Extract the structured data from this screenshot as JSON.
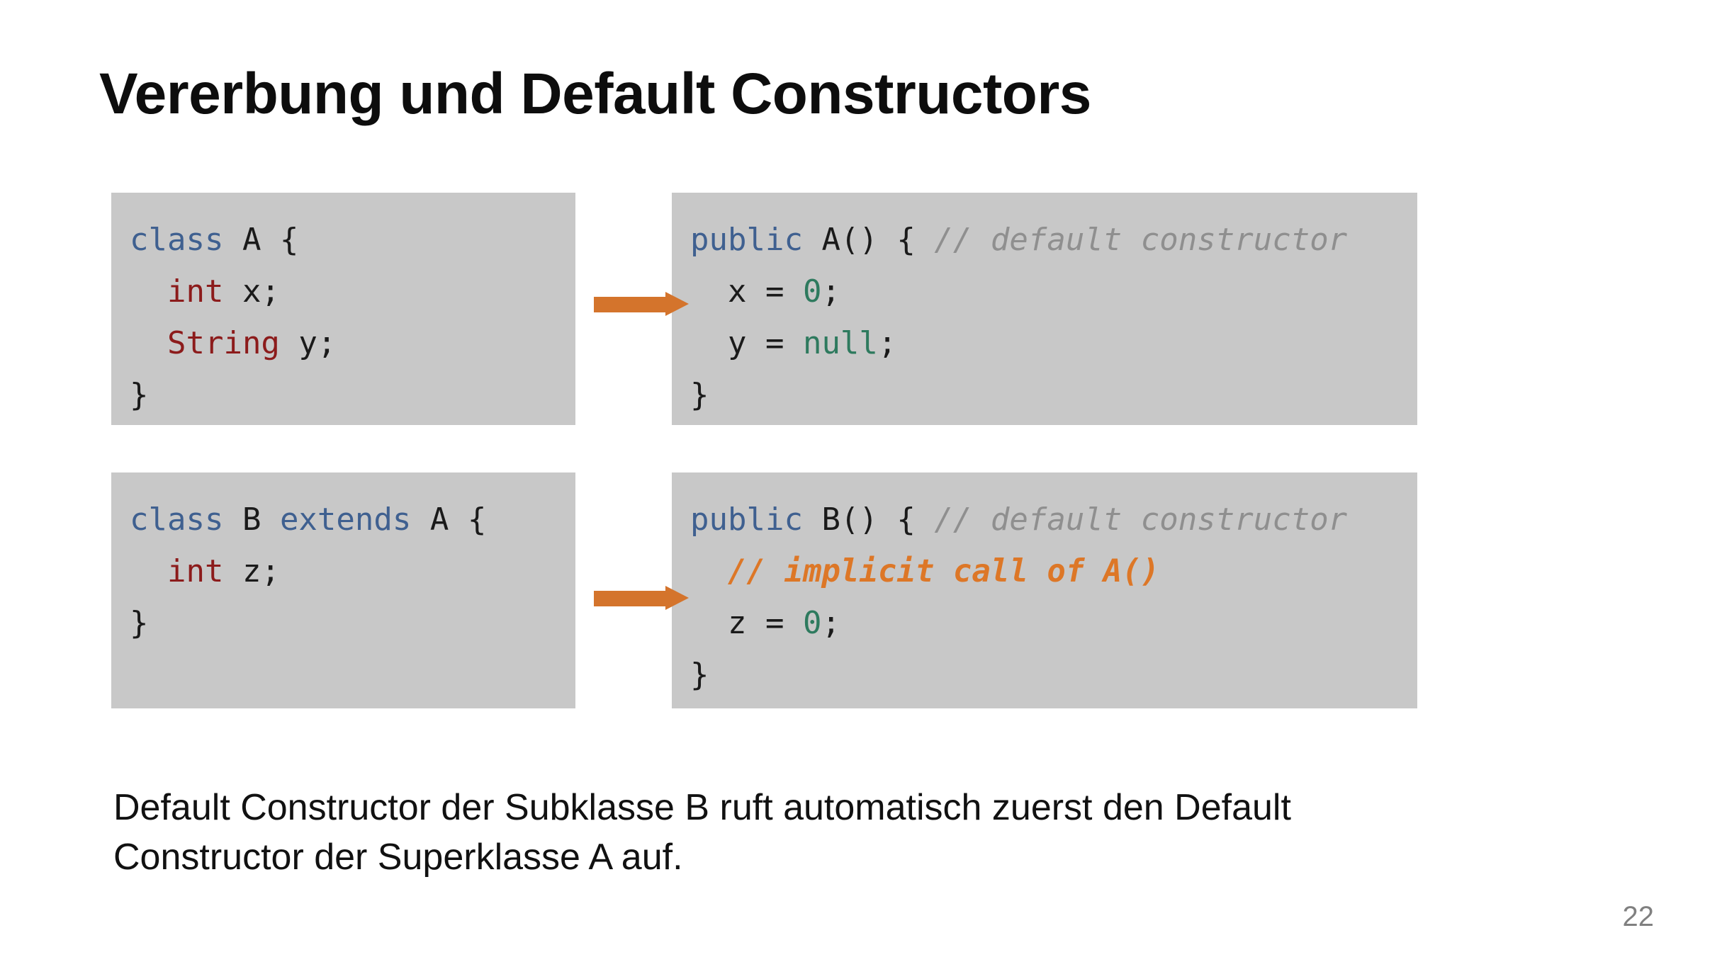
{
  "slide": {
    "title": "Vererbung und Default Constructors",
    "page_number": "22",
    "background_color": "#ffffff"
  },
  "colors": {
    "panel_background": "#c8c8c8",
    "keyword": "#3f6090",
    "type": "#8c1b1b",
    "literal": "#2e7a5e",
    "comment": "#8f8f8f",
    "highlight_comment": "#dd7727",
    "arrow": "#d4742c",
    "title_text": "#0d0d0d",
    "body_text": "#111111",
    "page_number_text": "#808080"
  },
  "panels": {
    "class_a": {
      "label": "class A declaration",
      "lines": [
        {
          "tokens": [
            {
              "t": "class",
              "c": "kw"
            },
            {
              "t": " A {",
              "c": "plain"
            }
          ]
        },
        {
          "tokens": [
            {
              "t": "  ",
              "c": "plain"
            },
            {
              "t": "int",
              "c": "type"
            },
            {
              "t": " x;",
              "c": "plain"
            }
          ]
        },
        {
          "tokens": [
            {
              "t": "  ",
              "c": "plain"
            },
            {
              "t": "String",
              "c": "type"
            },
            {
              "t": " y;",
              "c": "plain"
            }
          ]
        },
        {
          "tokens": [
            {
              "t": "}",
              "c": "plain"
            }
          ]
        }
      ]
    },
    "ctor_a": {
      "label": "default constructor of A",
      "lines": [
        {
          "tokens": [
            {
              "t": "public",
              "c": "kw"
            },
            {
              "t": " A() { ",
              "c": "plain"
            },
            {
              "t": "// default constructor",
              "c": "comment"
            }
          ]
        },
        {
          "tokens": [
            {
              "t": "  x = ",
              "c": "plain"
            },
            {
              "t": "0",
              "c": "lit"
            },
            {
              "t": ";",
              "c": "plain"
            }
          ]
        },
        {
          "tokens": [
            {
              "t": "  y = ",
              "c": "plain"
            },
            {
              "t": "null",
              "c": "lit"
            },
            {
              "t": ";",
              "c": "plain"
            }
          ]
        },
        {
          "tokens": [
            {
              "t": "}",
              "c": "plain"
            }
          ]
        }
      ]
    },
    "class_b": {
      "label": "class B declaration",
      "lines": [
        {
          "tokens": [
            {
              "t": "class",
              "c": "kw"
            },
            {
              "t": " B ",
              "c": "plain"
            },
            {
              "t": "extends",
              "c": "kw"
            },
            {
              "t": " A {",
              "c": "plain"
            }
          ]
        },
        {
          "tokens": [
            {
              "t": "  ",
              "c": "plain"
            },
            {
              "t": "int",
              "c": "type"
            },
            {
              "t": " z;",
              "c": "plain"
            }
          ]
        },
        {
          "tokens": [
            {
              "t": "}",
              "c": "plain"
            }
          ]
        }
      ]
    },
    "ctor_b": {
      "label": "default constructor of B",
      "lines": [
        {
          "tokens": [
            {
              "t": "public",
              "c": "kw"
            },
            {
              "t": " B() { ",
              "c": "plain"
            },
            {
              "t": "// default constructor",
              "c": "comment"
            }
          ]
        },
        {
          "tokens": [
            {
              "t": "  ",
              "c": "plain"
            },
            {
              "t": "// implicit call of A()",
              "c": "hl"
            }
          ]
        },
        {
          "tokens": [
            {
              "t": "  z = ",
              "c": "plain"
            },
            {
              "t": "0",
              "c": "lit"
            },
            {
              "t": ";",
              "c": "plain"
            }
          ]
        },
        {
          "tokens": [
            {
              "t": "}",
              "c": "plain"
            }
          ]
        }
      ]
    }
  },
  "arrows": [
    {
      "name": "arrow-class-a-to-ctor-a",
      "direction": "right"
    },
    {
      "name": "arrow-class-b-to-ctor-b",
      "direction": "right"
    }
  ],
  "caption": {
    "lines": [
      "Default Constructor der Subklasse B ruft automatisch zuerst den Default",
      "Constructor der Superklasse A auf."
    ]
  }
}
